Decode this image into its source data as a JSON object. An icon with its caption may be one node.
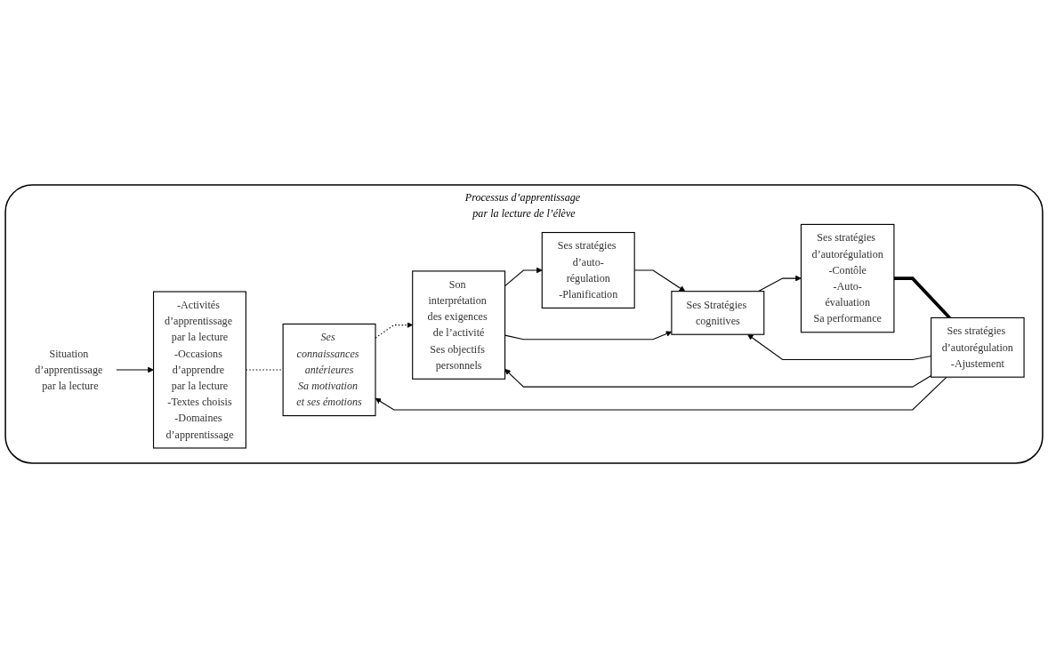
{
  "diagram": {
    "nodes": [
      {
        "text": [
          "Processus d’apprentissage par la lecture de l’élève"
        ]
      },
      {
        "text": [
          "Situation d’apprentissage par la lecture"
        ],
        "in": 0
      },
      {
        "text": [
          "-Activités d’apprentissage par la lecture",
          "-Occasions d’apprendre par la lecture",
          "-Textes choisis",
          "-Domaines d’apprentissage"
        ],
        "in": 0
      },
      {
        "text": [
          "Ses connaissances antérieures",
          "Sa motivation et ses émotions"
        ],
        "in": 0
      },
      {
        "text": [
          "Son interprétation des exigences de l’activité",
          "Ses objectifs personnels"
        ],
        "in": 0
      },
      {
        "text": [
          "Ses stratégies d’auto-régulation",
          "-Planification"
        ],
        "in": 0
      },
      {
        "text": [
          "Ses Stratégies cognitives"
        ],
        "in": 0
      },
      {
        "text": [
          "Ses stratégies d’autorégulation",
          "-Contôle",
          "-Auto-évaluation",
          "Sa performance"
        ],
        "in": 0
      },
      {
        "text": [
          "Ses stratégies d’autorégulation",
          "-Ajustement"
        ],
        "in": 0
      }
    ],
    "edges": [
      {
        "from": 1,
        "to": 2,
        "arrow": "to"
      },
      {
        "from": 2,
        "to": 3,
        "arrow": "none",
        "style": "dashed"
      },
      {
        "from": 3,
        "to": 4,
        "arrow": "to",
        "style": "dashed"
      },
      {
        "from": 4,
        "to": 5,
        "arrow": "to"
      },
      {
        "from": 4,
        "to": 6,
        "arrow": "to"
      },
      {
        "from": 5,
        "to": 6,
        "arrow": "to"
      },
      {
        "from": 6,
        "to": 7,
        "arrow": "to"
      },
      {
        "from": 8,
        "to": 4,
        "arrow": "to"
      },
      {
        "from": 8,
        "to": 6,
        "arrow": "to"
      },
      {
        "from": 8,
        "to": 3,
        "arrow": "to"
      },
      {
        "from": 7,
        "to": 8,
        "arrow": "none",
        "style": "thick"
      }
    ]
  }
}
